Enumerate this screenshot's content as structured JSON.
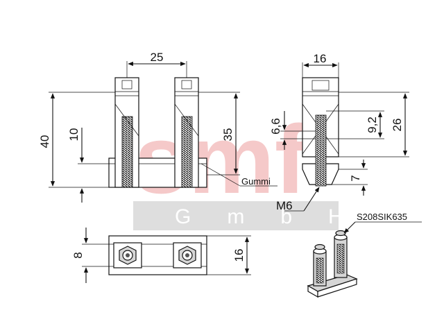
{
  "watermark": {
    "brand": "smf",
    "company": "GmbH",
    "brand_color": "#f2b8b8",
    "band_color": "#dedede"
  },
  "labels": {
    "material": "Gummi",
    "thread": "M6",
    "part_number": "S208SIK635"
  },
  "dimensions": {
    "front_spacing": "25",
    "front_total_height": "40",
    "front_bolt_length": "35",
    "front_base_height": "10",
    "side_width": "16",
    "side_thread_a": "6,6",
    "side_thread_b": "9,2",
    "side_total_height": "26",
    "side_tnut_height": "7",
    "top_inner_width": "8",
    "top_outer_width": "16"
  },
  "colors": {
    "line": "#111111",
    "thread_fill": "#555555",
    "hex_fill": "#d0d0d0"
  }
}
